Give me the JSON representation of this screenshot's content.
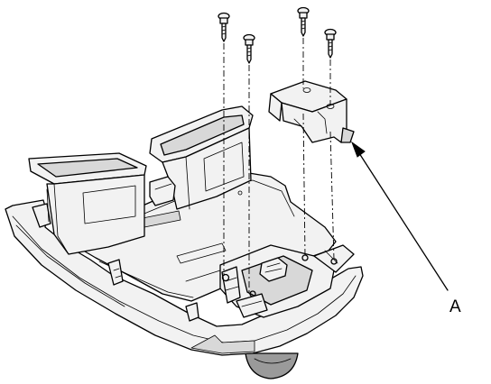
{
  "callouts": [
    {
      "id": "A",
      "label": "A"
    }
  ],
  "colors": {
    "line": "#000000",
    "background": "#ffffff",
    "shade_light": "#f2f2f2",
    "shade_mid": "#d8d8d8",
    "shade_dark": "#9a9a9a"
  },
  "parts": {
    "screw_count": 4,
    "icons": [
      "screw-icon",
      "bracket-icon",
      "console-panel-icon",
      "arrow-icon"
    ]
  }
}
